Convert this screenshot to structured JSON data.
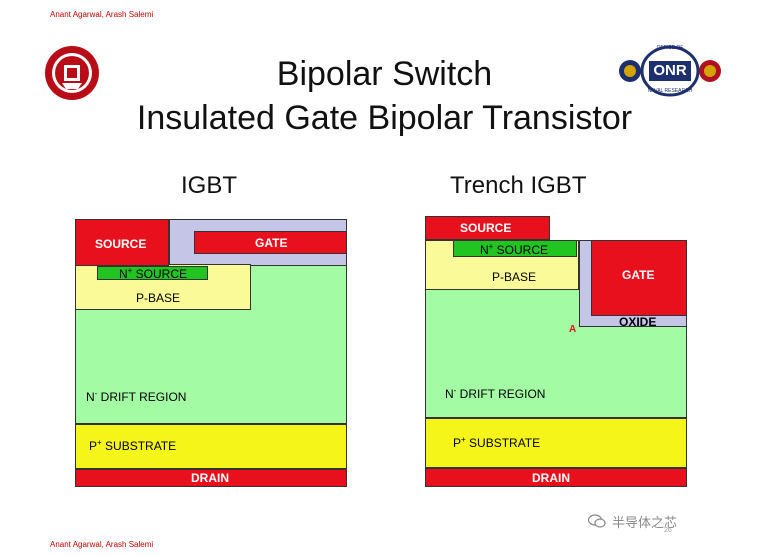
{
  "header": {
    "authors": "Anant Agarwal, Arash Salemi"
  },
  "footer": {
    "authors": "Anant Agarwal, Arash Salemi",
    "watermark": "半导体之芯",
    "page_number": "26"
  },
  "title": {
    "line1": "Bipolar Switch",
    "line2": "Insulated Gate Bipolar Transistor"
  },
  "logos": {
    "left": "university-seal",
    "right": "ONR",
    "right_ring_top": "OFFICE OF",
    "right_ring_bottom": "NAVAL RESEARCH"
  },
  "igbt": {
    "heading": "IGBT",
    "source": "SOURCE",
    "gate": "GATE",
    "n_source_sup": "N",
    "n_source_mark": "+",
    "n_source_rest": " SOURCE",
    "p_base": "P-BASE",
    "drift_n": "N",
    "drift_mark": "-",
    "drift_rest": " DRIFT REGION",
    "sub_p": "P",
    "sub_mark": "+",
    "sub_rest": " SUBSTRATE",
    "drain": "DRAIN"
  },
  "trench": {
    "heading": "Trench IGBT",
    "source": "SOURCE",
    "gate": "GATE",
    "oxide": "OXIDE",
    "point_a": "A",
    "n_source_sup": "N",
    "n_source_mark": "+",
    "n_source_rest": " SOURCE",
    "p_base": "P-BASE",
    "drift_n": "N",
    "drift_mark": "-",
    "drift_rest": " DRIFT REGION",
    "sub_p": "P",
    "sub_mark": "+",
    "sub_rest": " SUBSTRATE",
    "drain": "DRAIN"
  },
  "colors": {
    "metal": "#e8101c",
    "p_base": "#fafa99",
    "drift": "#a3fca3",
    "n_source": "#21c421",
    "oxide": "#c5c5e8",
    "substrate": "#f5f51a"
  }
}
